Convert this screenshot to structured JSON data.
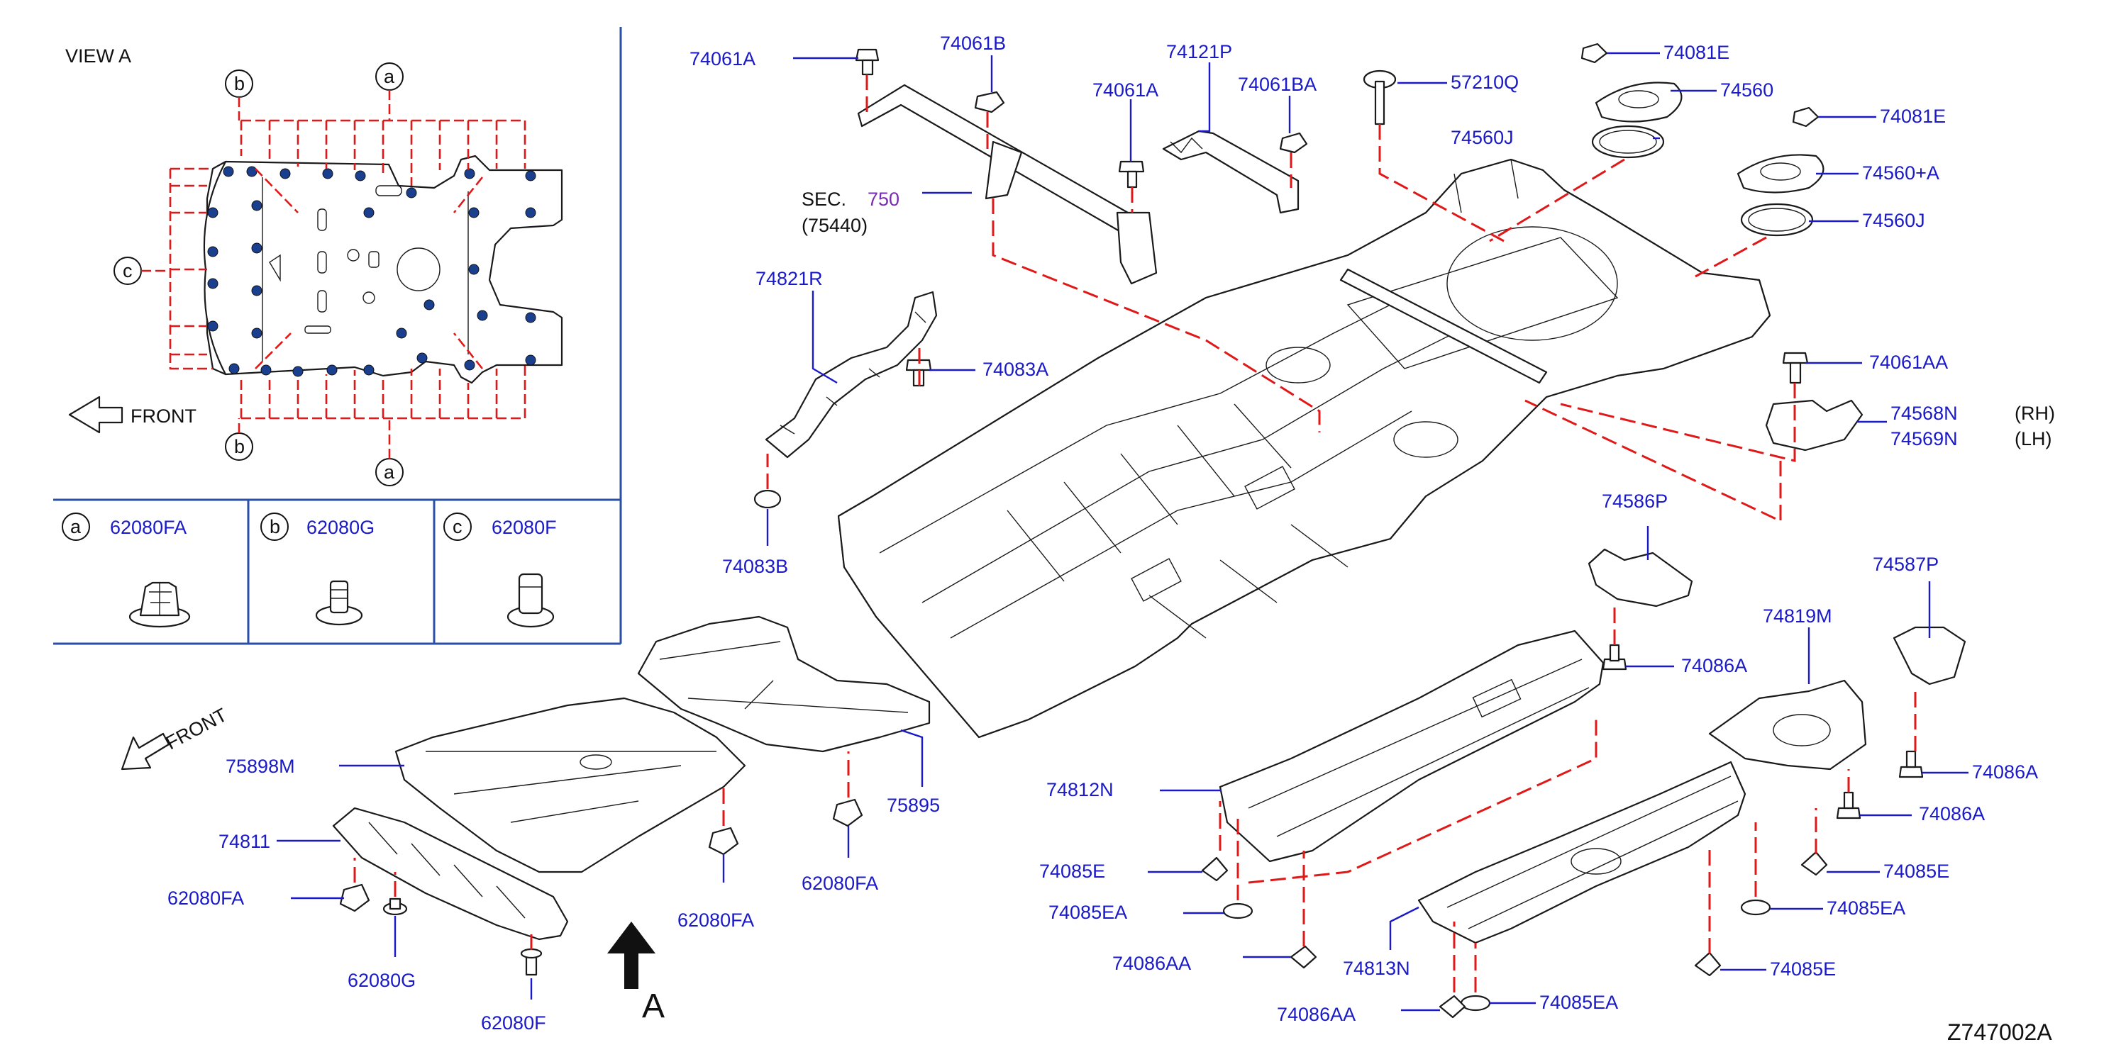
{
  "view_a": {
    "title": "VIEW A",
    "front_label": "FRONT",
    "markers": [
      "a",
      "b",
      "c"
    ]
  },
  "legend": [
    {
      "marker": "a",
      "part": "62080FA"
    },
    {
      "marker": "b",
      "part": "62080G"
    },
    {
      "marker": "c",
      "part": "62080F"
    }
  ],
  "main": {
    "front_label": "FRONT",
    "view_arrow_label": "A",
    "sec_label": "SEC.",
    "sec_number": "750",
    "sec_sub": "(75440)",
    "callouts": [
      {
        "id": "74061A_1",
        "text": "74061A"
      },
      {
        "id": "74061B",
        "text": "74061B"
      },
      {
        "id": "74121P",
        "text": "74121P"
      },
      {
        "id": "74061A_2",
        "text": "74061A"
      },
      {
        "id": "74061BA",
        "text": "74061BA"
      },
      {
        "id": "57210Q",
        "text": "57210Q"
      },
      {
        "id": "74081E_1",
        "text": "74081E"
      },
      {
        "id": "74560",
        "text": "74560"
      },
      {
        "id": "74560J_1",
        "text": "74560J"
      },
      {
        "id": "74081E_2",
        "text": "74081E"
      },
      {
        "id": "74560A",
        "text": "74560+A"
      },
      {
        "id": "74560J_2",
        "text": "74560J"
      },
      {
        "id": "74821R",
        "text": "74821R"
      },
      {
        "id": "74083A",
        "text": "74083A"
      },
      {
        "id": "74083B",
        "text": "74083B"
      },
      {
        "id": "74061AA",
        "text": "74061AA"
      },
      {
        "id": "74568N",
        "text": "74568N"
      },
      {
        "id": "74569N",
        "text": "74569N"
      },
      {
        "id": "74586P",
        "text": "74586P"
      },
      {
        "id": "74587P",
        "text": "74587P"
      },
      {
        "id": "74086A_1",
        "text": "74086A"
      },
      {
        "id": "74819M",
        "text": "74819M"
      },
      {
        "id": "74086A_2",
        "text": "74086A"
      },
      {
        "id": "74086A_3",
        "text": "74086A"
      },
      {
        "id": "74812N",
        "text": "74812N"
      },
      {
        "id": "74085E_1",
        "text": "74085E"
      },
      {
        "id": "74085E_2",
        "text": "74085E"
      },
      {
        "id": "74085EA_1",
        "text": "74085EA"
      },
      {
        "id": "74085EA_2",
        "text": "74085EA"
      },
      {
        "id": "74086AA_1",
        "text": "74086AA"
      },
      {
        "id": "74813N",
        "text": "74813N"
      },
      {
        "id": "74085E_3",
        "text": "74085E"
      },
      {
        "id": "74086AA_2",
        "text": "74086AA"
      },
      {
        "id": "74085EA_3",
        "text": "74085EA"
      },
      {
        "id": "75898M",
        "text": "75898M"
      },
      {
        "id": "75895",
        "text": "75895"
      },
      {
        "id": "74811",
        "text": "74811"
      },
      {
        "id": "62080FA_1",
        "text": "62080FA"
      },
      {
        "id": "62080FA_2",
        "text": "62080FA"
      },
      {
        "id": "62080FA_3",
        "text": "62080FA"
      },
      {
        "id": "62080G",
        "text": "62080G"
      },
      {
        "id": "62080F",
        "text": "62080F"
      }
    ],
    "side_rh": "(RH)",
    "side_lh": "(LH)",
    "drawing_code": "Z747002A"
  },
  "colors": {
    "part_number": "#1a1ac8",
    "dashed_leader": "#e01818",
    "panel_border": "#2a4fa6",
    "line_art": "#1a1a1a",
    "highlight_purple": "#7a2bb5"
  }
}
